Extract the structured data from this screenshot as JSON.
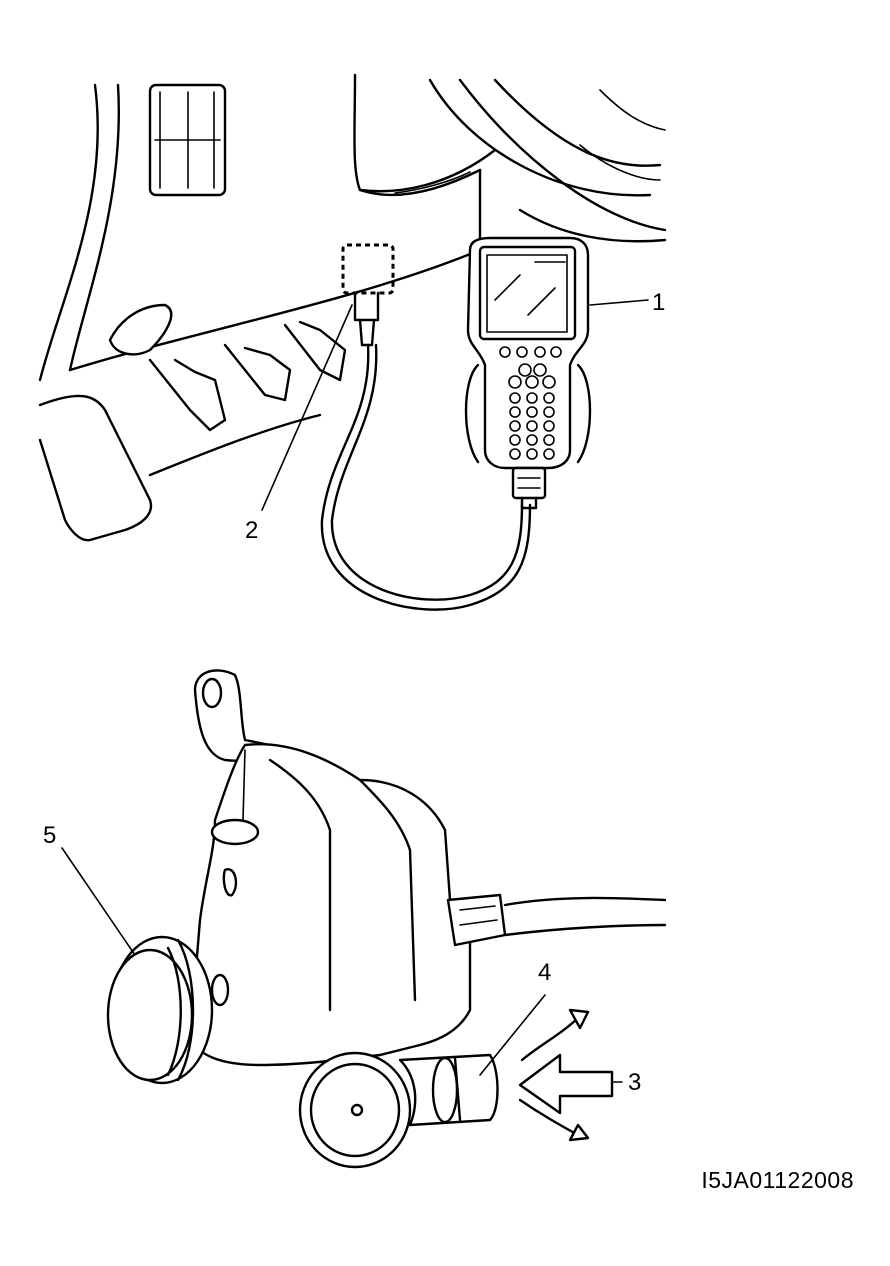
{
  "callouts": {
    "c1": "1",
    "c2": "2",
    "c3": "3",
    "c4": "4",
    "c5": "5"
  },
  "figure_code": "I5JA01122008",
  "colors": {
    "line": "#000000",
    "background": "#ffffff"
  }
}
